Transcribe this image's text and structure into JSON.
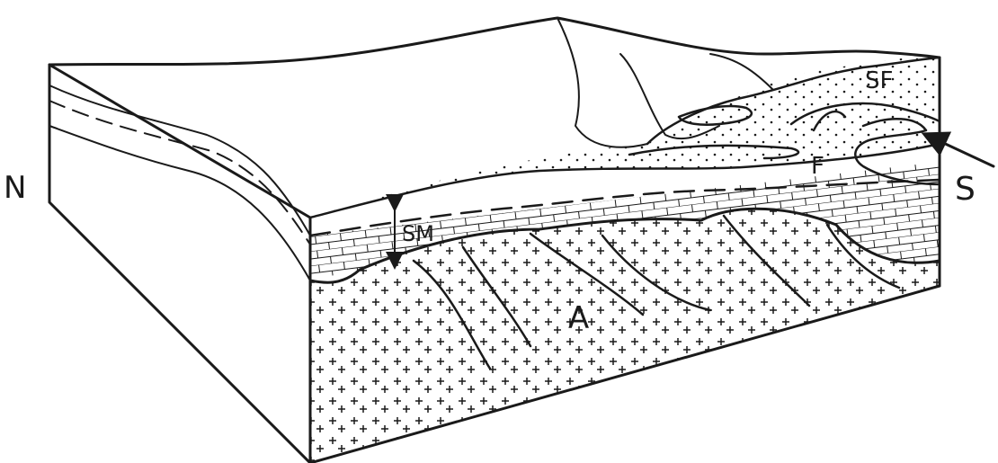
{
  "diagram": {
    "labels": {
      "north": "N",
      "south": "S",
      "upper_unit": "SF",
      "fold": "F",
      "middle_unit": "SM",
      "basement": "A"
    },
    "ink_color": "#1a1a1a",
    "background_color": "#ffffff"
  }
}
